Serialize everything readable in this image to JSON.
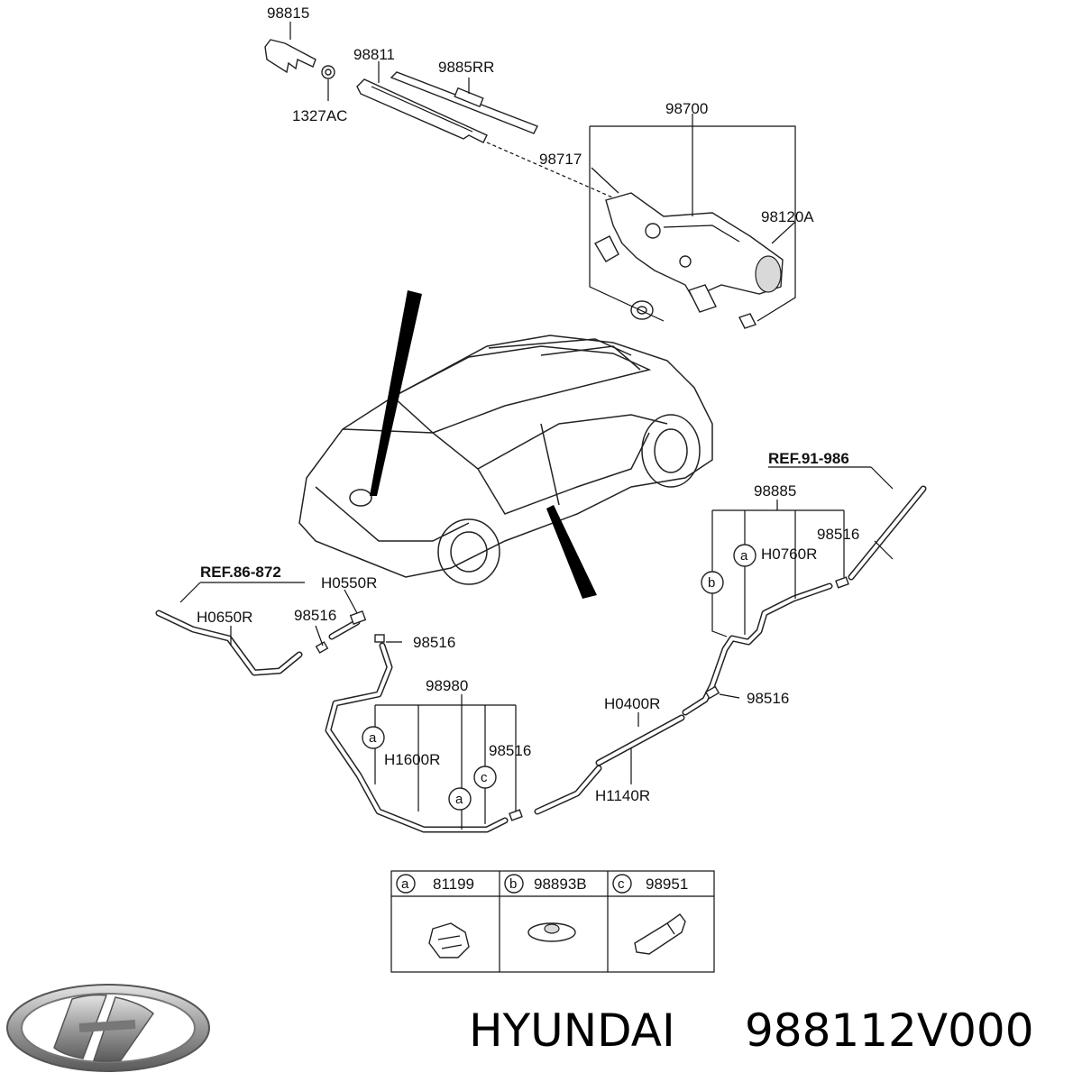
{
  "callouts": {
    "c98815": "98815",
    "c98811": "98811",
    "c9885RR": "9885RR",
    "c1327AC": "1327AC",
    "c98700": "98700",
    "c98717": "98717",
    "c98120A": "98120A",
    "ref_right": "REF.91-986",
    "c98885": "98885",
    "c98516_r": "98516",
    "cH0760R": "H0760R",
    "ref_left": "REF.86-872",
    "cH0550R": "H0550R",
    "cH0650R": "H0650R",
    "c98516_l1": "98516",
    "c98516_l2": "98516",
    "c98980": "98980",
    "cH1600R": "H1600R",
    "c98516_m": "98516",
    "cH0400R": "H0400R",
    "c98516_rm": "98516",
    "cH1140R": "H1140R"
  },
  "circles": {
    "a": "a",
    "b": "b",
    "c": "c"
  },
  "legend": [
    {
      "letter": "a",
      "part": "81199"
    },
    {
      "letter": "b",
      "part": "98893B"
    },
    {
      "letter": "c",
      "part": "98951"
    }
  ],
  "footer": {
    "brand": "HYUNDAI",
    "part_number": "988112V000"
  },
  "icons": [
    "hyundai-logo-icon"
  ]
}
